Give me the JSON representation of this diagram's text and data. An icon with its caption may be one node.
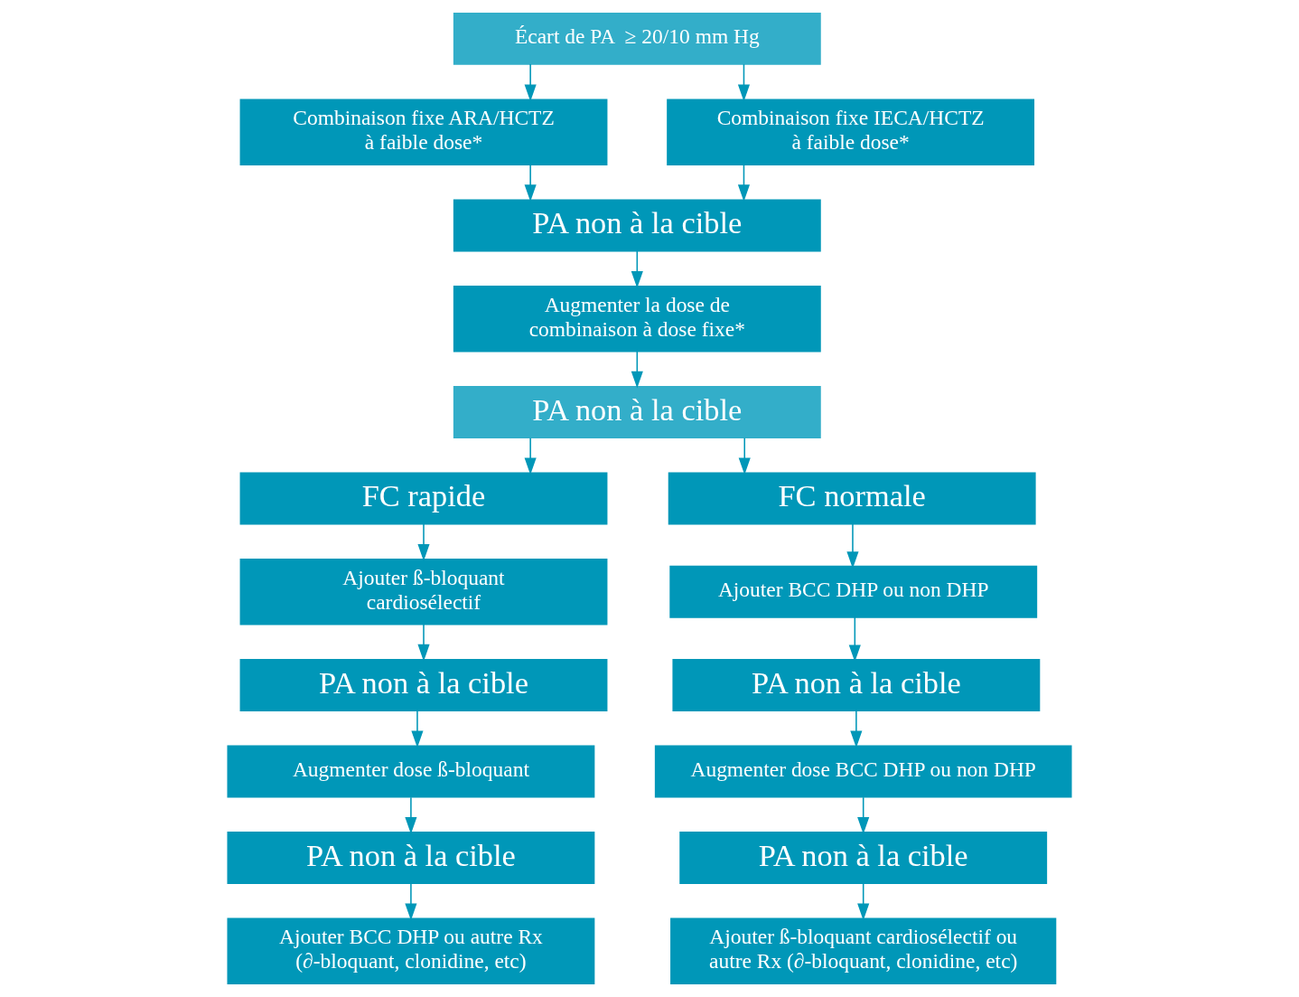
{
  "diagram": {
    "nodes": [
      {
        "text": [
          "Écart de PA  ≥ 20/10 mm Hg"
        ]
      },
      {
        "text": [
          "Combinaison fixe ARA/HCTZ à faible dose*"
        ]
      },
      {
        "text": [
          "Combinaison fixe IECA/HCTZ à faible dose*"
        ]
      },
      {
        "text": [
          "PA non à la cible"
        ]
      },
      {
        "text": [
          "Augmenter la dose de combinaison à dose fixe*"
        ]
      },
      {
        "text": [
          "PA non à la cible"
        ]
      },
      {
        "text": [
          "FC rapide"
        ]
      },
      {
        "text": [
          "Ajouter ß-bloquant cardiosélectif"
        ]
      },
      {
        "text": [
          "PA non à la cible"
        ]
      },
      {
        "text": [
          "Augmenter dose ß-bloquant"
        ]
      },
      {
        "text": [
          "PA non à la cible"
        ]
      },
      {
        "text": [
          "Ajouter BCC DHP ou autre Rx (∂-bloquant, clonidine, etc)"
        ]
      },
      {
        "text": [
          "FC normale"
        ]
      },
      {
        "text": [
          "Ajouter BCC DHP ou non DHP"
        ]
      },
      {
        "text": [
          "PA non à la cible"
        ]
      },
      {
        "text": [
          "Augmenter dose BCC DHP ou non DHP"
        ]
      },
      {
        "text": [
          "PA non à la cible"
        ]
      },
      {
        "text": [
          "Ajouter ß-bloquant cardiosélectif ou autre Rx (∂-bloquant, clonidine, etc)"
        ]
      }
    ],
    "edges": [
      {
        "from": 0,
        "to": 1,
        "arrow": "to"
      },
      {
        "from": 0,
        "to": 2,
        "arrow": "to"
      },
      {
        "from": 1,
        "to": 3,
        "arrow": "to"
      },
      {
        "from": 2,
        "to": 3,
        "arrow": "to"
      },
      {
        "from": 3,
        "to": 4,
        "arrow": "to"
      },
      {
        "from": 4,
        "to": 5,
        "arrow": "to"
      },
      {
        "from": 5,
        "to": 6,
        "arrow": "to"
      },
      {
        "from": 5,
        "to": 12,
        "arrow": "to"
      },
      {
        "from": 6,
        "to": 7,
        "arrow": "to"
      },
      {
        "from": 7,
        "to": 8,
        "arrow": "to"
      },
      {
        "from": 8,
        "to": 9,
        "arrow": "to"
      },
      {
        "from": 9,
        "to": 10,
        "arrow": "to"
      },
      {
        "from": 10,
        "to": 11,
        "arrow": "to"
      },
      {
        "from": 12,
        "to": 13,
        "arrow": "to"
      },
      {
        "from": 13,
        "to": 14,
        "arrow": "to"
      },
      {
        "from": 14,
        "to": 15,
        "arrow": "to"
      },
      {
        "from": 15,
        "to": 16,
        "arrow": "to"
      },
      {
        "from": 16,
        "to": 17,
        "arrow": "to"
      }
    ]
  }
}
